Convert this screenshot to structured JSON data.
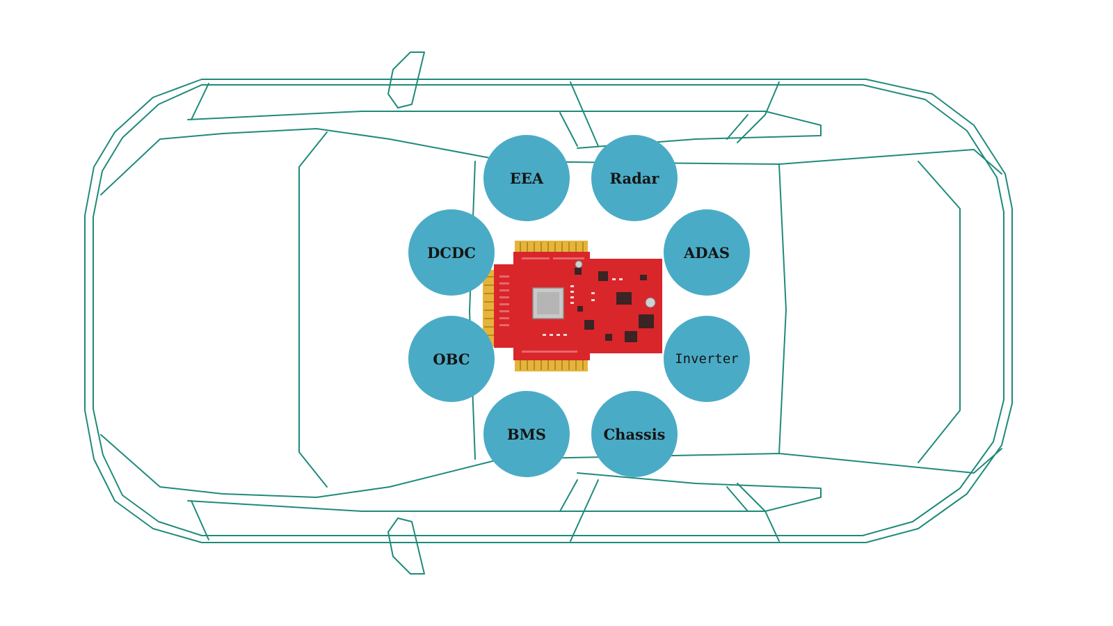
{
  "colors": {
    "outline": "#1e8a7a",
    "node_fill": "#4aabc6",
    "node_text": "#151515",
    "pcb_red": "#d9262b",
    "pcb_gold": "#e5b43a",
    "chip_silver": "#c9c9c9"
  },
  "nodes": [
    {
      "id": "eea",
      "label": "EEA"
    },
    {
      "id": "radar",
      "label": "Radar"
    },
    {
      "id": "dcdc",
      "label": "DCDC"
    },
    {
      "id": "adas",
      "label": "ADAS"
    },
    {
      "id": "obc",
      "label": "OBC"
    },
    {
      "id": "inverter",
      "label": "Inverter"
    },
    {
      "id": "bms",
      "label": "BMS"
    },
    {
      "id": "chassis",
      "label": "Chassis"
    }
  ],
  "center_image": "pcb-board"
}
